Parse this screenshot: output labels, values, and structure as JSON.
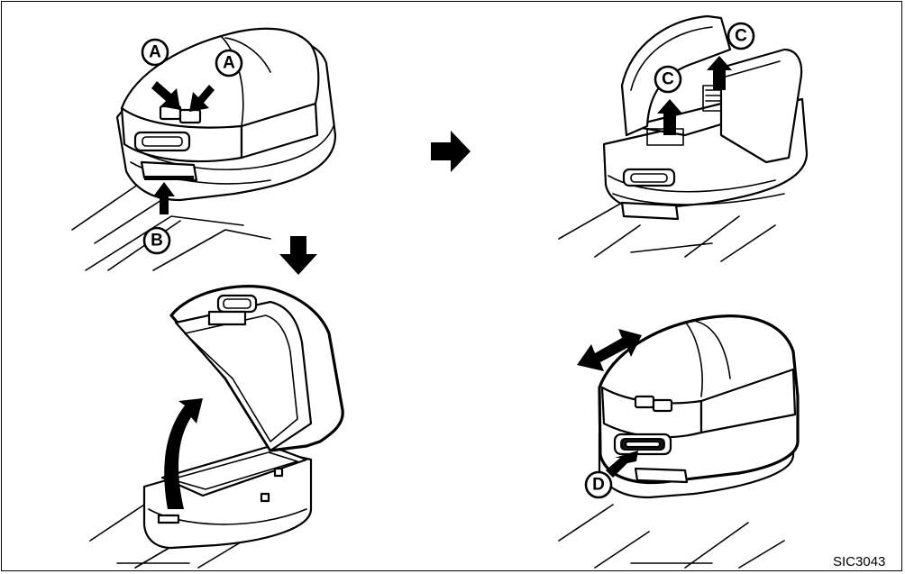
{
  "callouts": {
    "a": "A",
    "b": "B",
    "c": "C",
    "d": "D"
  },
  "figure_code": "SIC3043",
  "colors": {
    "ink": "#000000",
    "paper": "#ffffff"
  }
}
